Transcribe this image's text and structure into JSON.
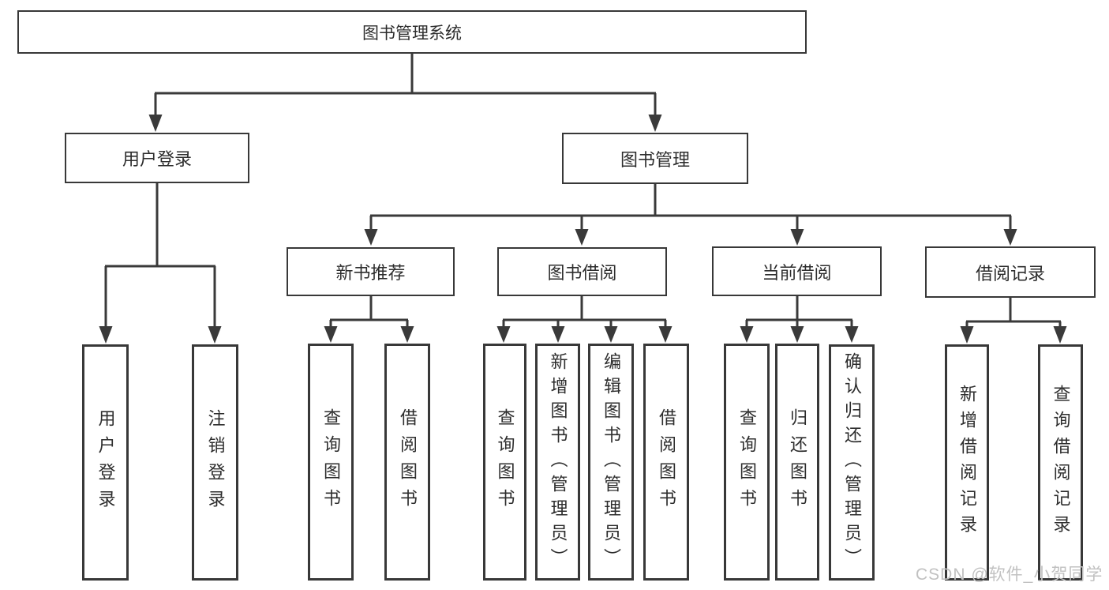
{
  "diagram": {
    "root": {
      "label": "图书管理系统"
    },
    "branches": [
      {
        "label": "用户登录",
        "children": [
          {
            "label": "用户登录"
          },
          {
            "label": "注销登录"
          }
        ]
      },
      {
        "label": "图书管理",
        "children": [
          {
            "label": "新书推荐",
            "children": [
              {
                "label": "查询图书"
              },
              {
                "label": "借阅图书"
              }
            ]
          },
          {
            "label": "图书借阅",
            "children": [
              {
                "label": "查询图书"
              },
              {
                "label": "新增图书（管理员）"
              },
              {
                "label": "编辑图书（管理员）"
              },
              {
                "label": "借阅图书"
              }
            ]
          },
          {
            "label": "当前借阅",
            "children": [
              {
                "label": "查询图书"
              },
              {
                "label": "归还图书"
              },
              {
                "label": "确认归还（管理员）"
              }
            ]
          },
          {
            "label": "借阅记录",
            "children": [
              {
                "label": "新增借阅记录"
              },
              {
                "label": "查询借阅记录"
              }
            ]
          }
        ]
      }
    ]
  },
  "watermark": {
    "text": "CSDN @软件_小贺同学"
  },
  "colors": {
    "line": "#3a3a3a",
    "box_border": "#383838",
    "text": "#2d2d2d",
    "watermark": "#c1c1c1",
    "background": "#ffffff"
  }
}
